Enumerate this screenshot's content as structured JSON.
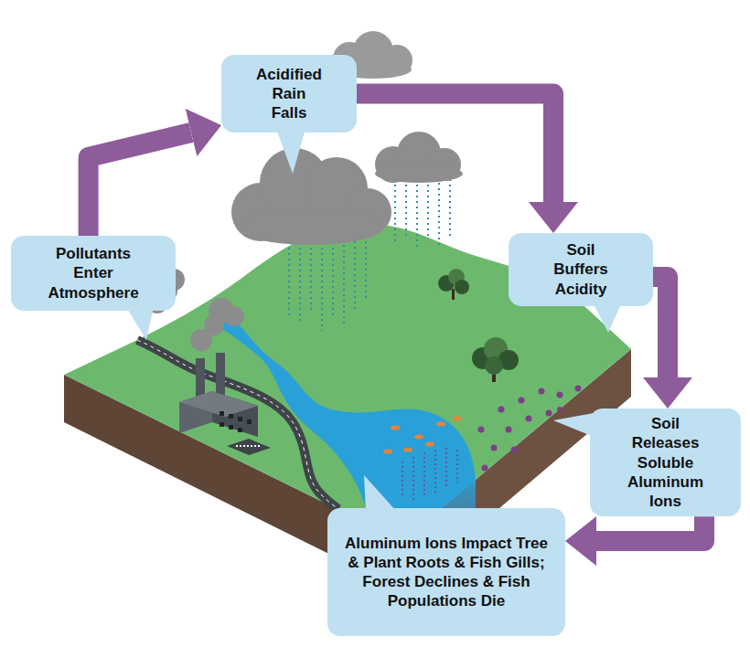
{
  "diagram": {
    "nodes": [
      {
        "text": [
          "Pollutants Enter Atmosphere"
        ]
      },
      {
        "text": [
          "Acidified Rain Falls"
        ]
      },
      {
        "text": [
          "Soil Buffers Acidity"
        ]
      },
      {
        "text": [
          "Soil Releases Soluble Aluminum Ions"
        ]
      },
      {
        "text": [
          "Aluminum Ions Impact Tree & Plant Roots & Fish Gills; Forest Declines & Fish Populations Die"
        ]
      }
    ],
    "edges": [
      {
        "from": 0,
        "to": 1,
        "arrow": "to"
      },
      {
        "from": 1,
        "to": 2,
        "arrow": "to"
      },
      {
        "from": 2,
        "to": 3,
        "arrow": "to"
      },
      {
        "from": 3,
        "to": 4,
        "arrow": "to"
      }
    ]
  }
}
